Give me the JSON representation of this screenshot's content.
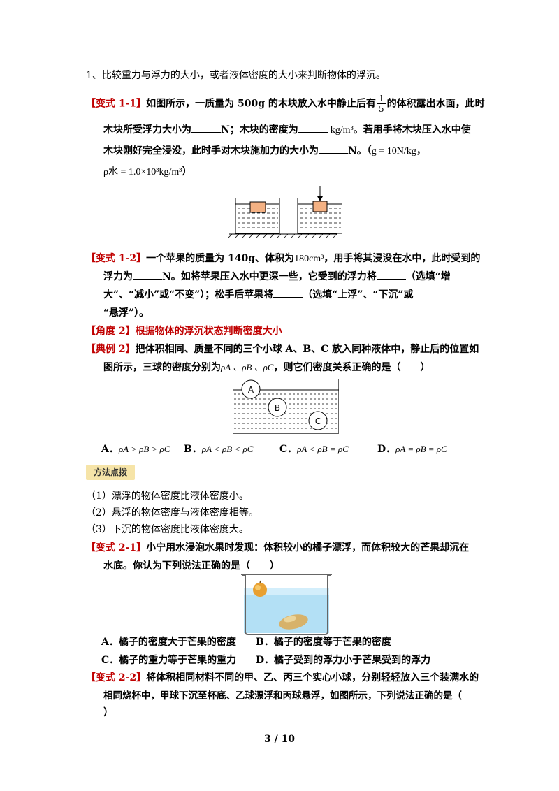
{
  "intro": "1、比较重力与浮力的大小，或者液体密度的大小来判断物体的浮沉。",
  "q11": {
    "tag": "【变式 1-1】",
    "l1a": "如图所示，一质量为 500g 的木块放入水中静止后有",
    "frac_num": "1",
    "frac_den": "5",
    "l1b": "的体积露出水面，此时",
    "l2a": "木块所受浮力大小为",
    "l2b": "N；木块的密度为",
    "l2unit": "kg/m³",
    "l2c": "。若用手将木块压入水中使",
    "l3a": "木块刚好完全浸没，此时手对木块施加力的大小为",
    "l3b": "N。（",
    "l3g": "g = 10N/kg",
    "l3c": "，",
    "l4rho": "ρ水 = 1.0×10³kg/m³",
    "l4end": "）"
  },
  "q12": {
    "tag": "【变式 1-2】",
    "l1a": "一个苹果的质量为 140g、体积为",
    "vol": "180cm³",
    "l1b": "，用手将其浸没在水中，此时受到的",
    "l2a": "浮力为",
    "l2b": "N。如将苹果压入水中更深一些，它受到的浮力将",
    "l2c": "（选填“增",
    "l3": "大”、“减小”或“不变”）；松手后苹果将",
    "l3b": "（选填“上浮”、“下沉”或",
    "l4": "“悬浮”）。"
  },
  "angle2": "【角度 2】根据物体的浮沉状态判断密度大小",
  "ex2": {
    "tag": "【典例 2】",
    "l1": "把体积相同、质量不同的三个小球 A、B、C 放入同种液体中，静止后的位置如",
    "l2a": "图所示，三球的密度分别为",
    "rhos": "ρA 、ρB 、ρC",
    "l2b": "，则它们密度关系正确的是（　　）",
    "ball_a": "A",
    "ball_b": "B",
    "ball_c": "C",
    "opt_a_label": "A．",
    "opt_a": "ρA > ρB > ρC",
    "opt_b_label": "B．",
    "opt_b": "ρA < ρB < ρC",
    "opt_c_label": "C．",
    "opt_c": "ρA < ρB = ρC",
    "opt_d_label": "D．",
    "opt_d": "ρA = ρB = ρC"
  },
  "method": {
    "badge": "方法点拨",
    "p1": "（1）漂浮的物体密度比液体密度小。",
    "p2": "（2）悬浮的物体密度与液体密度相等。",
    "p3": "（3）下沉的物体密度比液体密度大。"
  },
  "q21": {
    "tag": "【变式 2-1】",
    "l1": "小宁用水浸泡水果时发现：体积较小的橘子漂浮，而体积较大的芒果却沉在",
    "l2": "水底。你认为下列说法正确的是（　　）",
    "opt_a": "A．橘子的密度大于芒果的密度",
    "opt_b": "B．橘子的密度等于芒果的密度",
    "opt_c": "C．橘子的重力等于芒果的重力",
    "opt_d": "D．橘子受到的浮力小于芒果受到的浮力"
  },
  "q22": {
    "tag": "【变式 2-2】",
    "l1": "将体积相同材料不同的甲、乙、丙三个实心小球，分别轻轻放入三个装满水的",
    "l2": "相同烧杯中，甲球下沉至杯底、乙球漂浮和丙球悬浮，如图所示，下列说法正确的是（",
    "l3": "）"
  },
  "footer": "3 / 10",
  "colors": {
    "tag": "#c00000",
    "block": "#f4b183",
    "water": "#b3e0f5",
    "badge": "#f6e4a8"
  }
}
